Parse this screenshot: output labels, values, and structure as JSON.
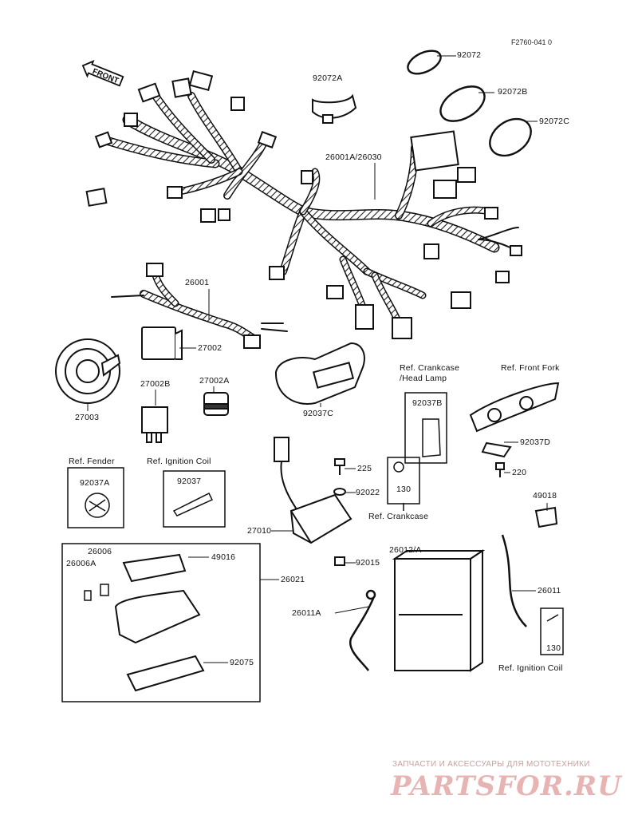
{
  "figure_code": "F2760-041 0",
  "direction_badge": "FRONT",
  "parts": {
    "p92072": "92072",
    "p92072A": "92072A",
    "p92072B": "92072B",
    "p92072C": "92072C",
    "p26001A_26030": "26001A/26030",
    "p26001": "26001",
    "p27002": "27002",
    "p27003": "27003",
    "p27002B": "27002B",
    "p27002A": "27002A",
    "p92037C": "92037C",
    "p92037B": "92037B",
    "p92037D": "92037D",
    "p92037A": "92037A",
    "p92037": "92037",
    "p225": "225",
    "p220": "220",
    "p92022": "92022",
    "p130a": "130",
    "p130b": "130",
    "p27010": "27010",
    "p92015": "92015",
    "p49018": "49018",
    "p26012A": "26012/A",
    "p26011": "26011",
    "p26011A": "26011A",
    "p26006": "26006",
    "p26006A": "26006A",
    "p49016": "49016",
    "p26021": "26021",
    "p92075": "92075"
  },
  "refs": {
    "crankcase_headlamp_1": "Ref. Crankcase",
    "crankcase_headlamp_2": "/Head Lamp",
    "front_fork": "Ref. Front Fork",
    "fender": "Ref. Fender",
    "ignition_coil_1": "Ref. Ignition Coil",
    "crankcase": "Ref. Crankcase",
    "ignition_coil_2": "Ref. Ignition Coil"
  },
  "watermark": {
    "tagline": "ЗАПЧАСТИ И АКСЕССУАРЫ ДЛЯ МОТОТЕХНИКИ",
    "brand": "PARTSFOR.RU"
  }
}
